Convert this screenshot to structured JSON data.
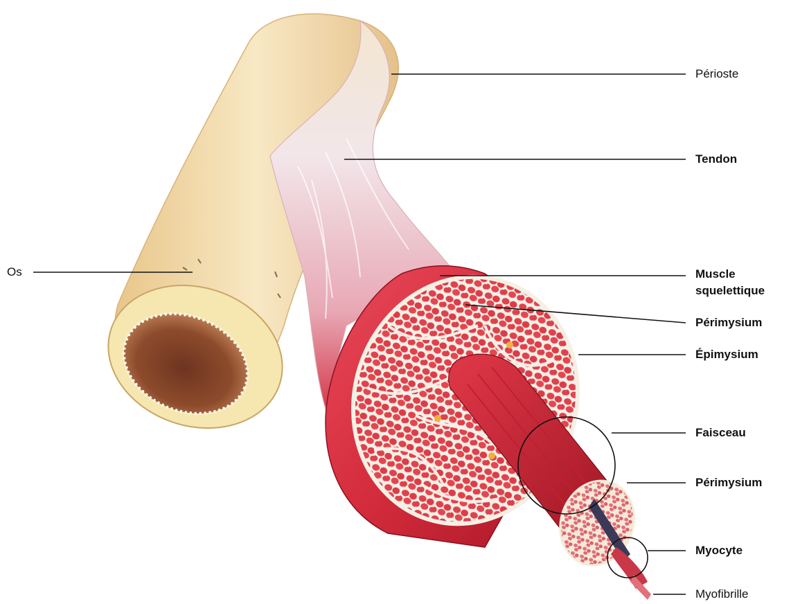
{
  "labels": {
    "perioste": "Périoste",
    "tendon": "Tendon",
    "os": "Os",
    "muscle_line1": "Muscle",
    "muscle_line2": "squelettique",
    "perimysium_top": "Périmysium",
    "epimysium": "Épimysium",
    "faisceau": "Faisceau",
    "perimysium_bottom": "Périmysium",
    "myocyte": "Myocyte",
    "myofibrille": "Myofibrille"
  },
  "colors": {
    "bone": "#f3dcaa",
    "bone_marrow": "#8a4a2e",
    "tendon": "#f2e4e4",
    "muscle": "#d42c3c",
    "muscle_dark": "#a81626",
    "fascicle_fill": "#f2f2ea",
    "cell": "#e0424c",
    "line": "#111111"
  }
}
